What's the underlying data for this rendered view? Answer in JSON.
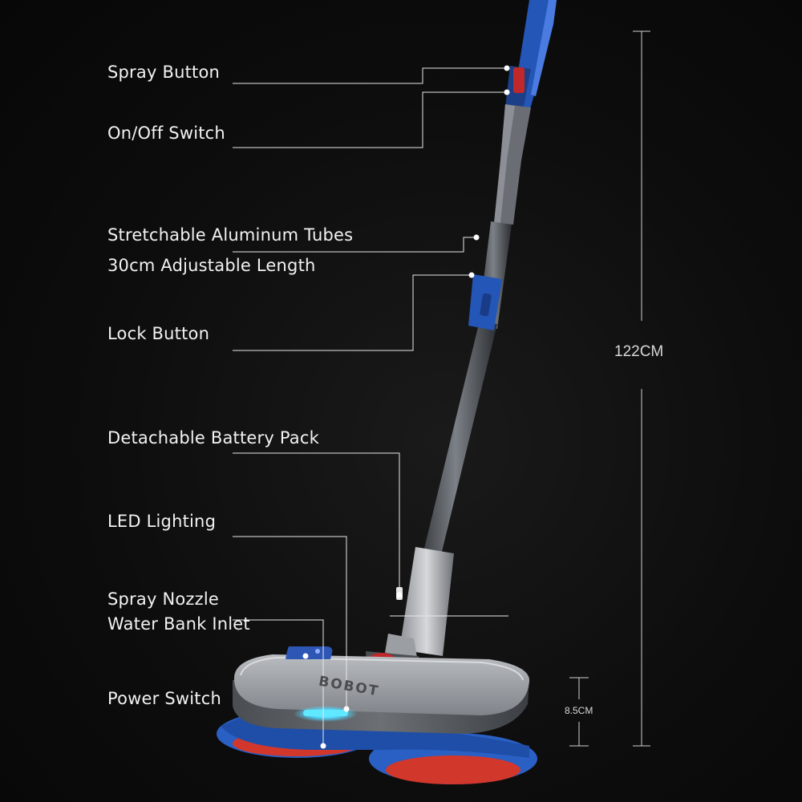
{
  "callouts": {
    "spray_button": "Spray Button",
    "on_off_switch": "On/Off Switch",
    "tubes_line1": "Stretchable Aluminum Tubes",
    "tubes_line2": "30cm Adjustable Length",
    "lock_button": "Lock Button",
    "battery_pack": "Detachable Battery Pack",
    "led_lighting": "LED Lighting",
    "spray_nozzle": "Spray Nozzle",
    "water_inlet": "Water Bank Inlet",
    "power_switch": "Power Switch"
  },
  "dimensions": {
    "height": "122CM",
    "base_height": "8.5CM"
  },
  "product": {
    "brand": "BOBOT"
  },
  "colors": {
    "background": "#0d0d0d",
    "accent_blue": "#2a5fc4",
    "spray_red": "#c0282a",
    "led_cyan": "#5fe8ff",
    "pad_red": "#d2372c"
  }
}
